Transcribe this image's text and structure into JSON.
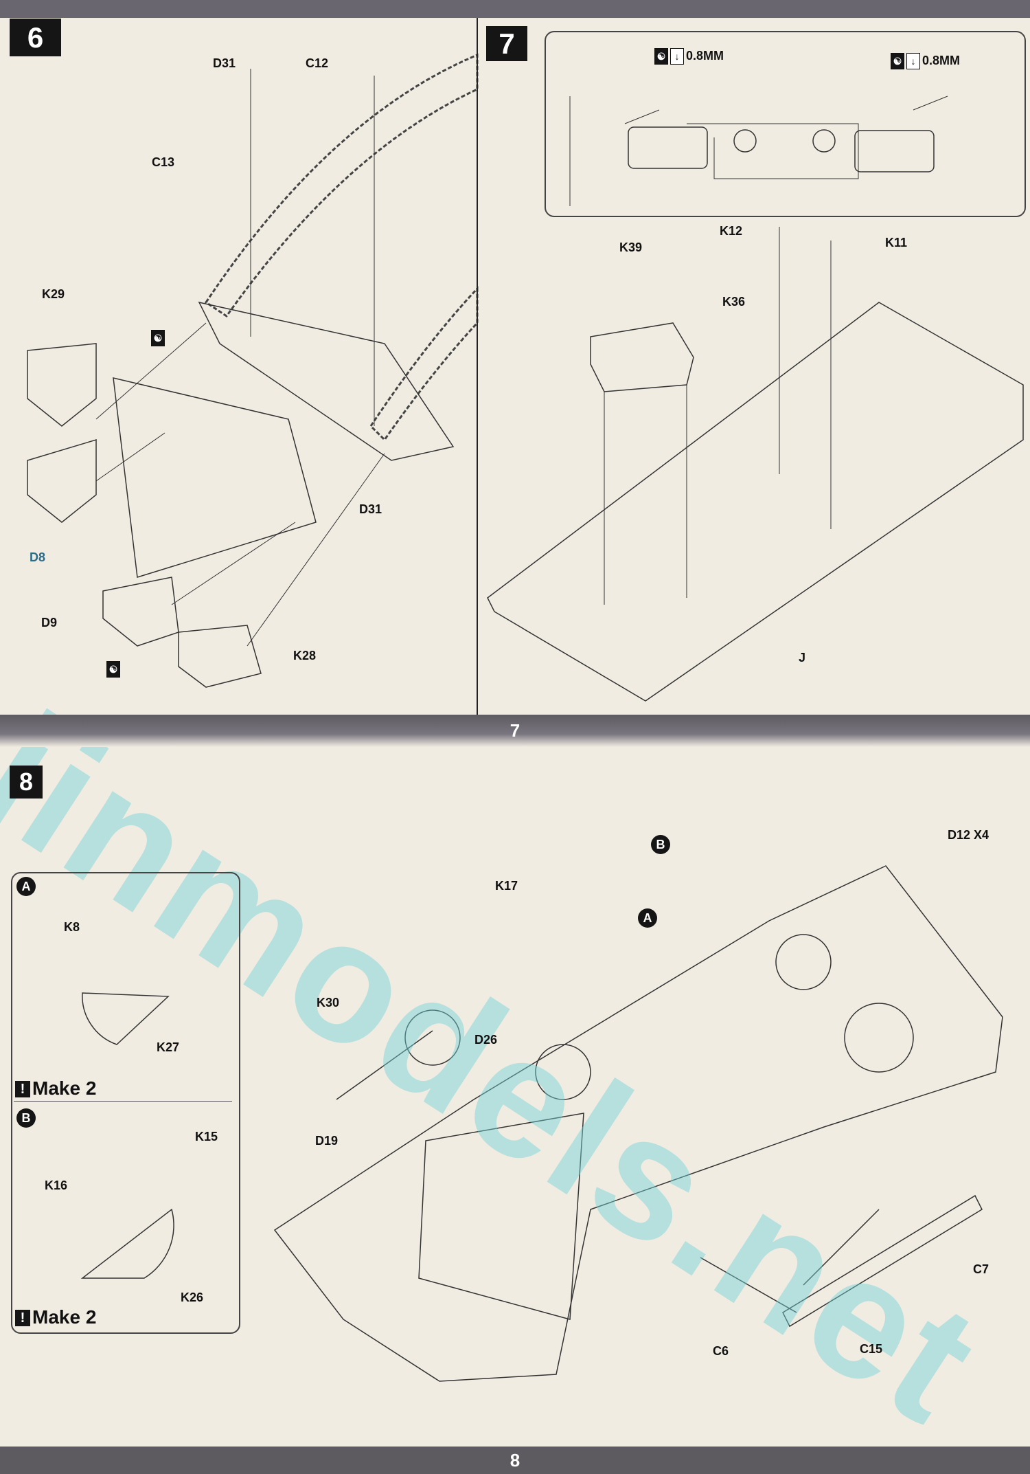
{
  "step6": {
    "number": "6",
    "labels": [
      "D31",
      "C12",
      "C13",
      "K29",
      "D31",
      "D8",
      "D9",
      "K28"
    ]
  },
  "step7": {
    "number": "7",
    "drill_notes": [
      {
        "size": "0.8MM"
      },
      {
        "size": "0.8MM"
      }
    ],
    "labels": [
      "K12",
      "K11",
      "K39",
      "K36",
      "J"
    ]
  },
  "page_numbers": {
    "top": "7",
    "bottom": "8"
  },
  "step8": {
    "number": "8",
    "subassembly_a": {
      "marker": "A",
      "labels": [
        "K8",
        "K27"
      ],
      "note": "Make 2"
    },
    "subassembly_b": {
      "marker": "B",
      "labels": [
        "K15",
        "K16",
        "K26"
      ],
      "note": "Make 2"
    },
    "markers": [
      "B",
      "A"
    ],
    "labels": [
      "D12 X4",
      "K17",
      "K30",
      "D26",
      "D19",
      "C7",
      "C6",
      "C15"
    ]
  },
  "watermark": "jinmodels.net",
  "icons": {
    "glue": "yin-yang-cement-icon",
    "drill": "drill-icon",
    "caution": "exclamation-icon"
  }
}
